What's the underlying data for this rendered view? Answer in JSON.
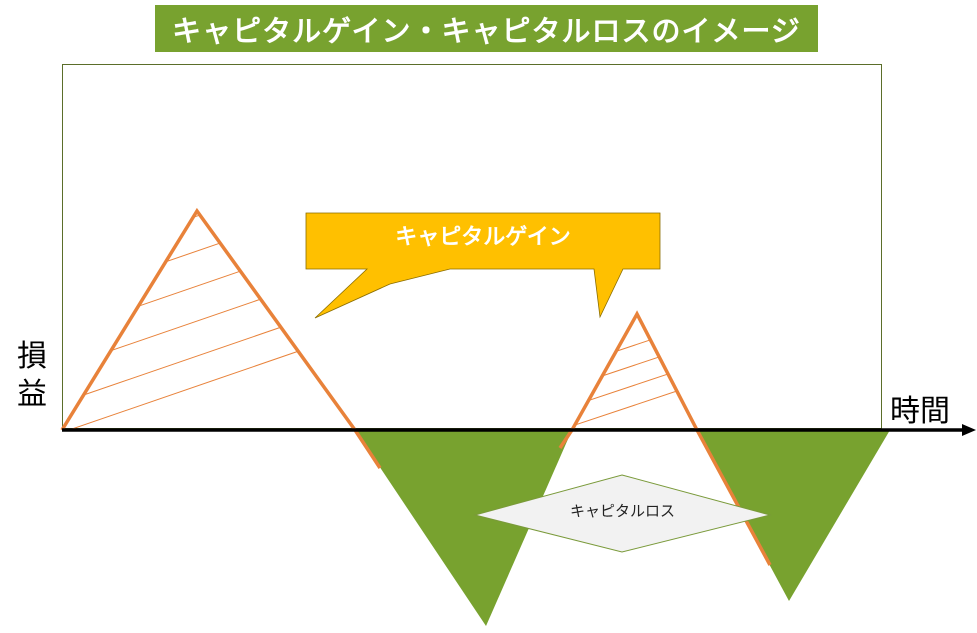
{
  "title": "キャピタルゲイン・キャピタルロスのイメージ",
  "axes": {
    "y_label_chars": [
      "損",
      "益"
    ],
    "x_label": "時間"
  },
  "callouts": {
    "gain": "キャピタルゲイン",
    "loss": "キャピタルロス"
  },
  "colors": {
    "title_bg": "#78a22f",
    "gain_line": "#e8823a",
    "loss_fill": "#78a22f",
    "gain_callout": "#ffc000",
    "loss_callout": "#f2f2f2",
    "axis": "#000000"
  }
}
